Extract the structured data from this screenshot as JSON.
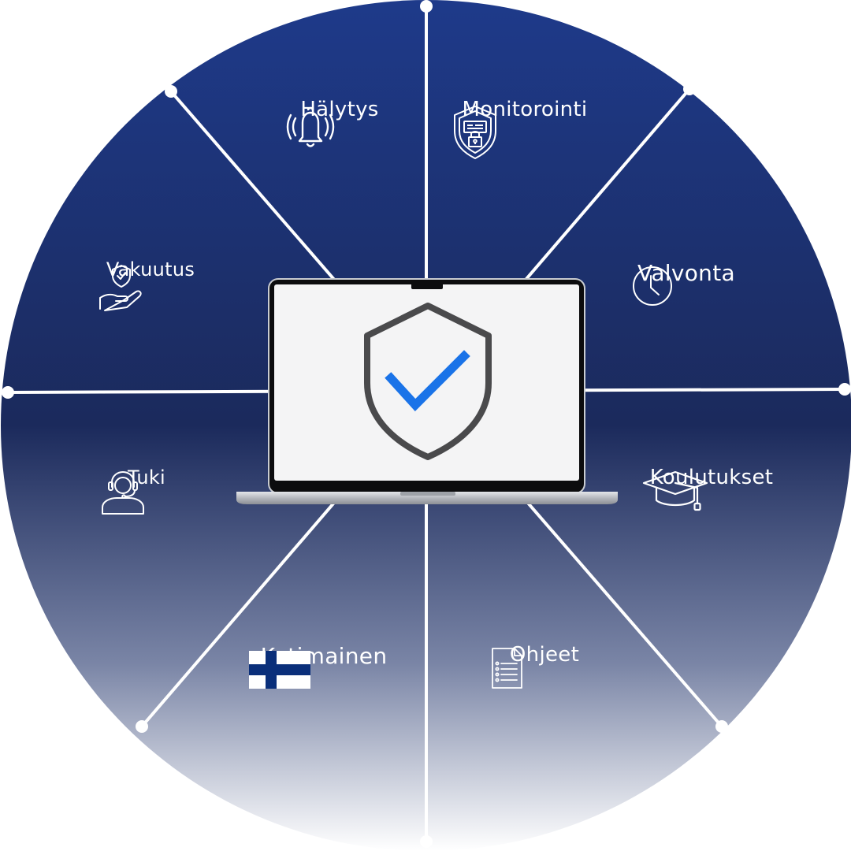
{
  "segments": [
    {
      "id": "halytys",
      "label": "Hälytys",
      "icon": "bell-alarm-icon"
    },
    {
      "id": "monitorointi",
      "label": "Monitorointi",
      "icon": "shield-lock-monitor-icon"
    },
    {
      "id": "valvonta",
      "label": "Valvonta",
      "icon": "clock-icon"
    },
    {
      "id": "koulutukset",
      "label": "Koulutukset",
      "icon": "graduation-cap-icon"
    },
    {
      "id": "ohjeet",
      "label": "Ohjeet",
      "icon": "document-list-icon"
    },
    {
      "id": "kotimainen",
      "label": "Kotimainen",
      "icon": "finland-flag-icon"
    },
    {
      "id": "tuki",
      "label": "Tuki",
      "icon": "headset-support-icon"
    },
    {
      "id": "vakuutus",
      "label": "Vakuutus",
      "icon": "hand-shield-icon"
    }
  ],
  "center": {
    "device": "laptop",
    "screen_icon": "shield-check-icon"
  },
  "colors": {
    "circle_top": "#1e3a8a",
    "circle_mid": "#1b2a5c",
    "circle_bottom": "#ffffff",
    "divider": "#ffffff",
    "check": "#1a73e8",
    "flag_blue": "#0a2f7a"
  }
}
